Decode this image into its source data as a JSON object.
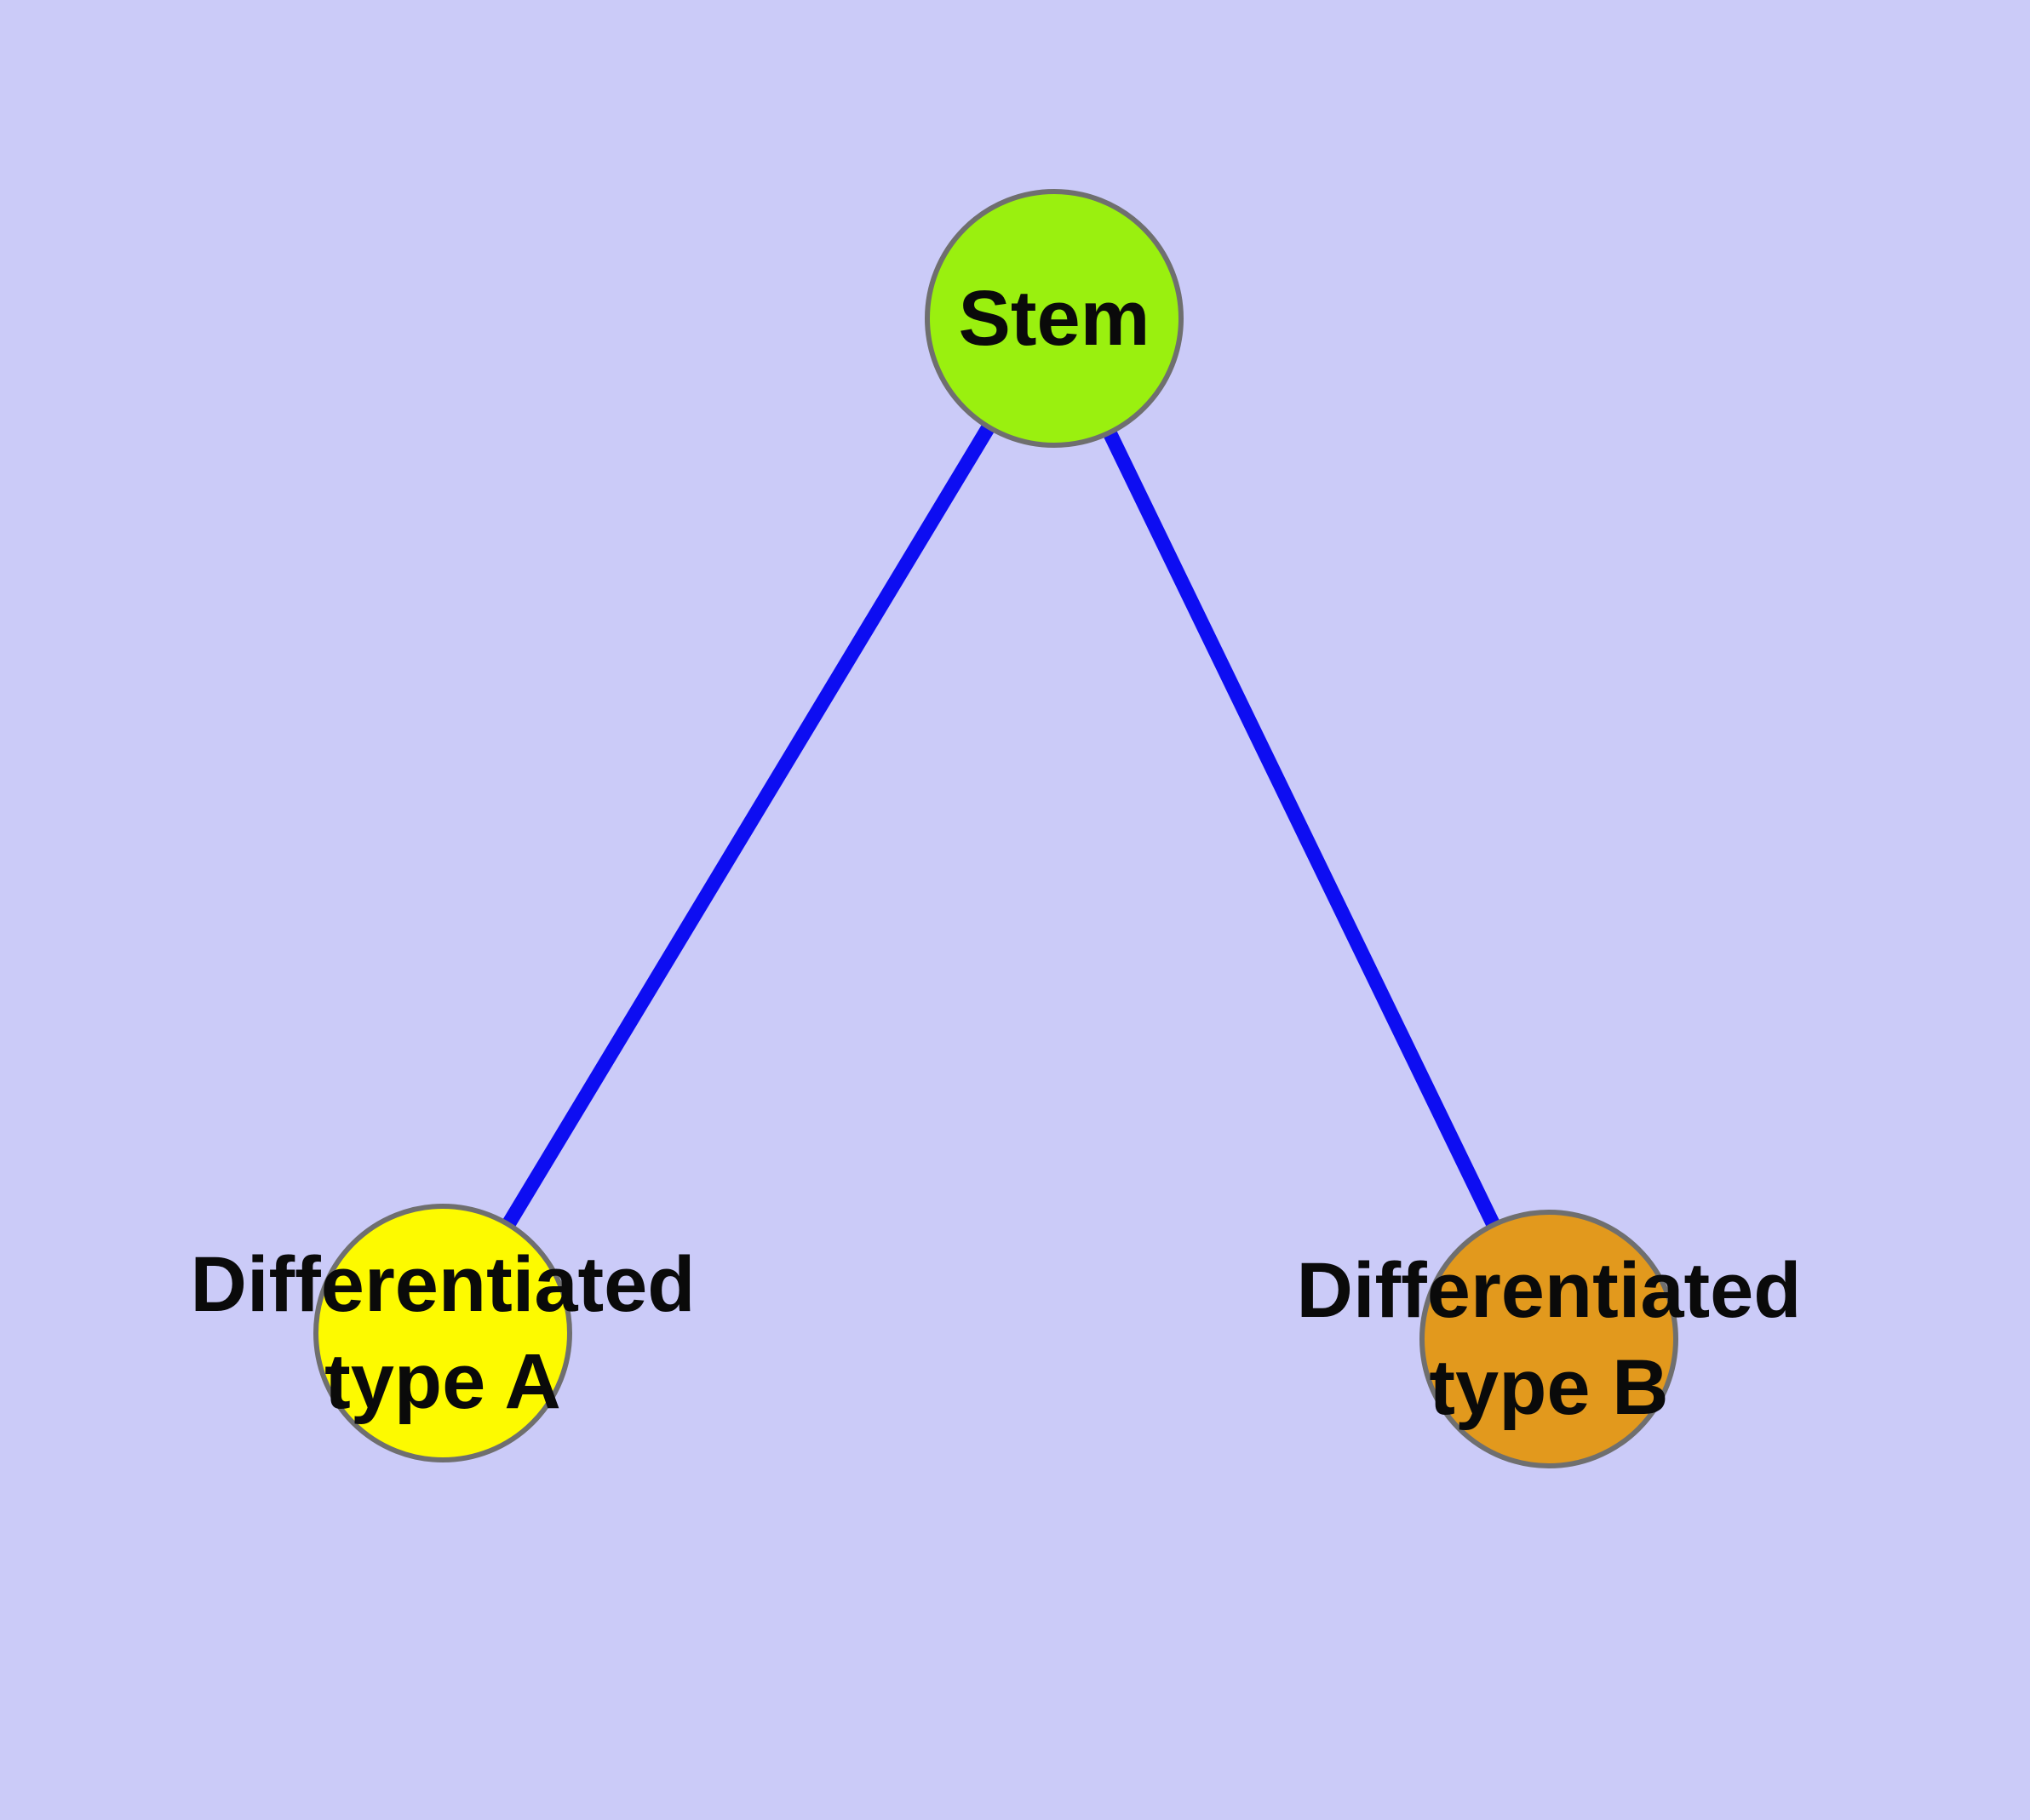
{
  "diagram": {
    "background_color": "#cbcbf8",
    "edge_color": "#0d0df2",
    "node_border_color": "#6f6f6f",
    "text_color": "#0a0a0a",
    "nodes": [
      {
        "id": "stem",
        "label_lines": [
          "Stem"
        ],
        "fill": "#9af00f"
      },
      {
        "id": "diff-a",
        "label_lines": [
          "Differentiated",
          "type A"
        ],
        "fill": "#fdfa00"
      },
      {
        "id": "diff-b",
        "label_lines": [
          "Differentiated",
          "type B"
        ],
        "fill": "#e2991d"
      }
    ],
    "edges": [
      {
        "from": "stem",
        "to": "diff-a"
      },
      {
        "from": "stem",
        "to": "diff-b"
      }
    ]
  }
}
